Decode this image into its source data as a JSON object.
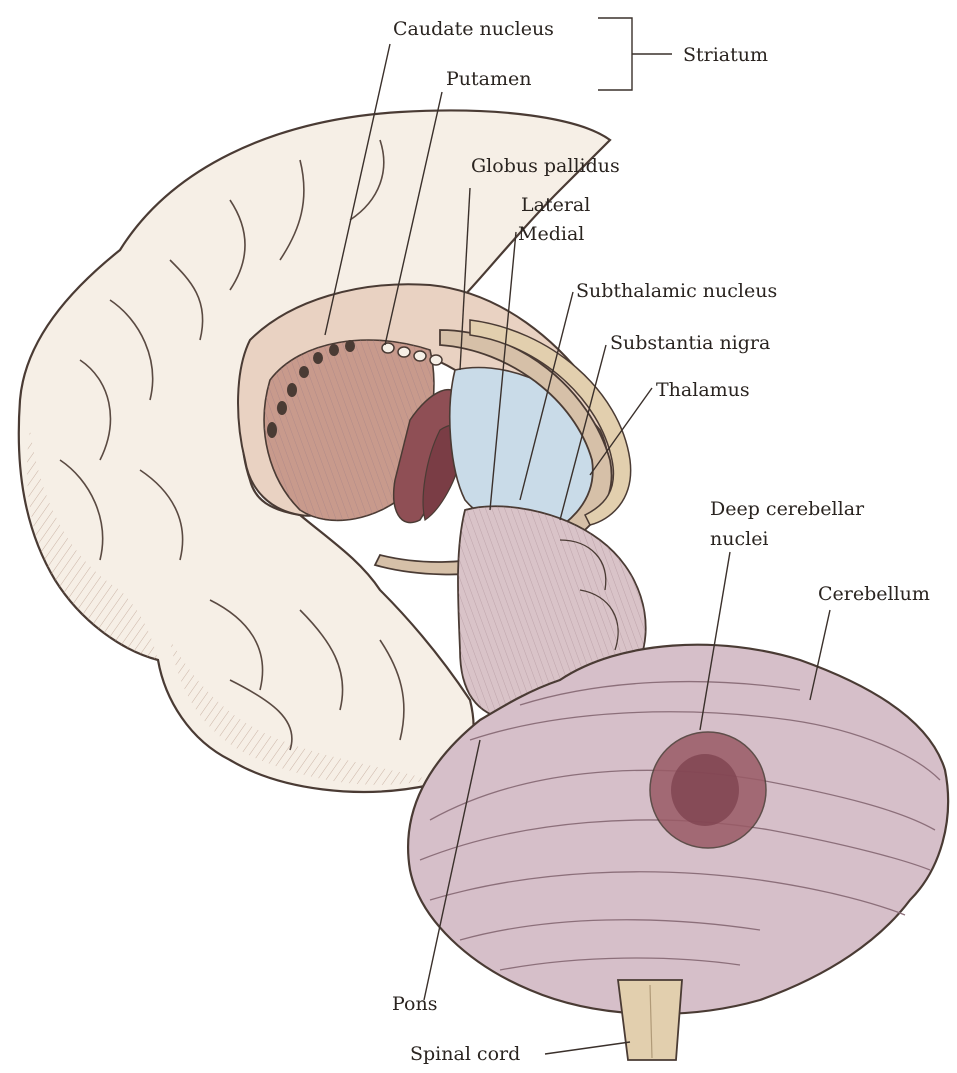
{
  "labels": {
    "caudate_nucleus": "Caudate nucleus",
    "striatum": "Striatum",
    "putamen": "Putamen",
    "globus_pallidus": "Globus pallidus",
    "lateral": "Lateral",
    "medial": "Medial",
    "subthalamic_nucleus": "Subthalamic nucleus",
    "substantia_nigra": "Substantia nigra",
    "thalamus": "Thalamus",
    "deep_cerebellar_nuclei_line1": "Deep cerebellar",
    "deep_cerebellar_nuclei_line2": "nuclei",
    "cerebellum": "Cerebellum",
    "pons": "Pons",
    "spinal_cord": "Spinal cord"
  },
  "colors": {
    "cerebrum": "#f6efe6",
    "outline": "#4a3b34",
    "basal_ganglia": "#c89a8c",
    "putamen": "#b07a78",
    "globus_pallidus": "#8f4f55",
    "thalamus": "#c9dbe8",
    "tail": "#d6c0a8",
    "brainstem": "#d9c3c8",
    "cerebellum": "#d6bfc9",
    "deep_nuclei": "#9a5b66",
    "spinal_cord": "#e2cfae"
  }
}
